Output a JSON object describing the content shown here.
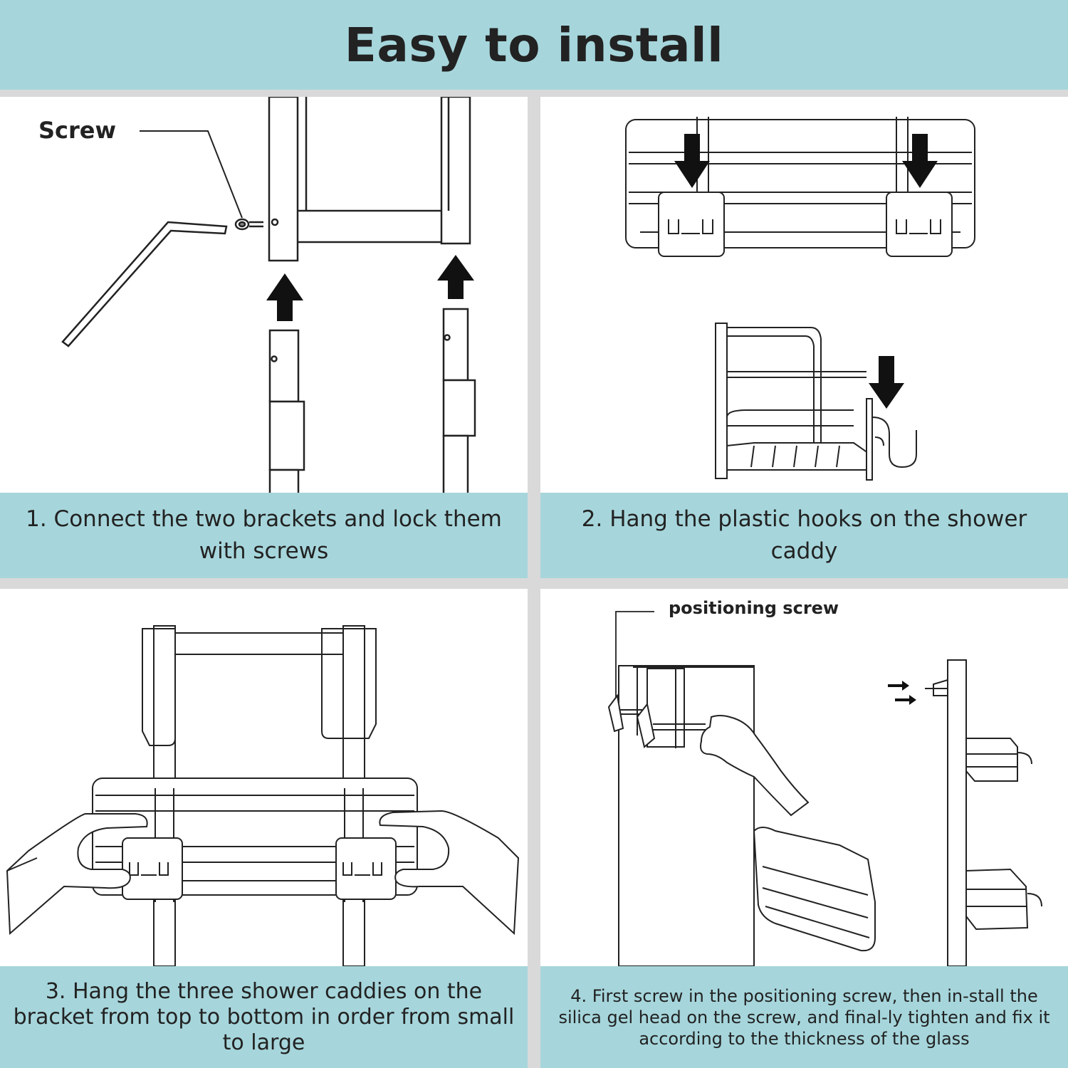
{
  "title": "Easy to install",
  "steps": [
    {
      "label": "Screw",
      "caption": "1. Connect the two brackets and lock them with screws"
    },
    {
      "caption": "2. Hang the plastic hooks on the shower caddy"
    },
    {
      "caption": "3. Hang the three shower caddies on the bracket from top to bottom in order from small to large"
    },
    {
      "label": "positioning screw",
      "caption": "4. First screw in the positioning screw, then in-stall the silica gel head on the screw, and final-ly tighten and fix it according to the thickness of the glass"
    }
  ],
  "colors": {
    "header_bg": "#a6d6dc",
    "caption_bg": "#a6d6dc",
    "line": "#222222",
    "divider": "#d9d9d9"
  }
}
